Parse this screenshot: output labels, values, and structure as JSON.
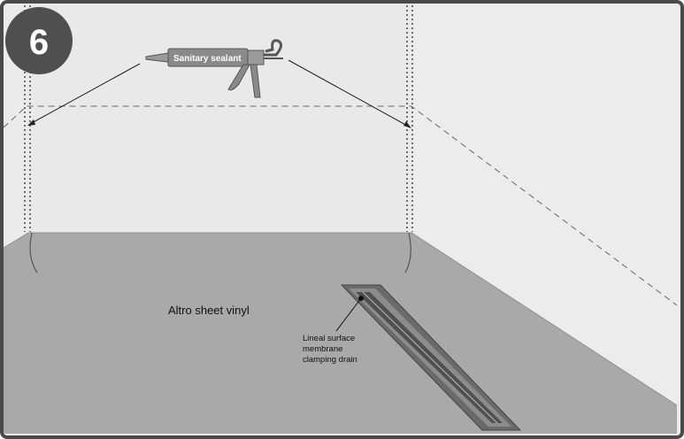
{
  "step": {
    "number": "6"
  },
  "labels": {
    "sealant": "Sanitary sealant",
    "floor": "Altro sheet vinyl",
    "drain_line1": "Lineal surface",
    "drain_line2": "membrane",
    "drain_line3": "clamping drain"
  },
  "colors": {
    "frame": "#4a4a4a",
    "wall": "#ebebeb",
    "floor": "#a9a9a9",
    "badge": "#4f4f4f",
    "gun": "#8a8a8a",
    "drain": "#6a6a6a"
  },
  "icons": [
    "sealant-gun-icon",
    "linear-drain-icon"
  ]
}
